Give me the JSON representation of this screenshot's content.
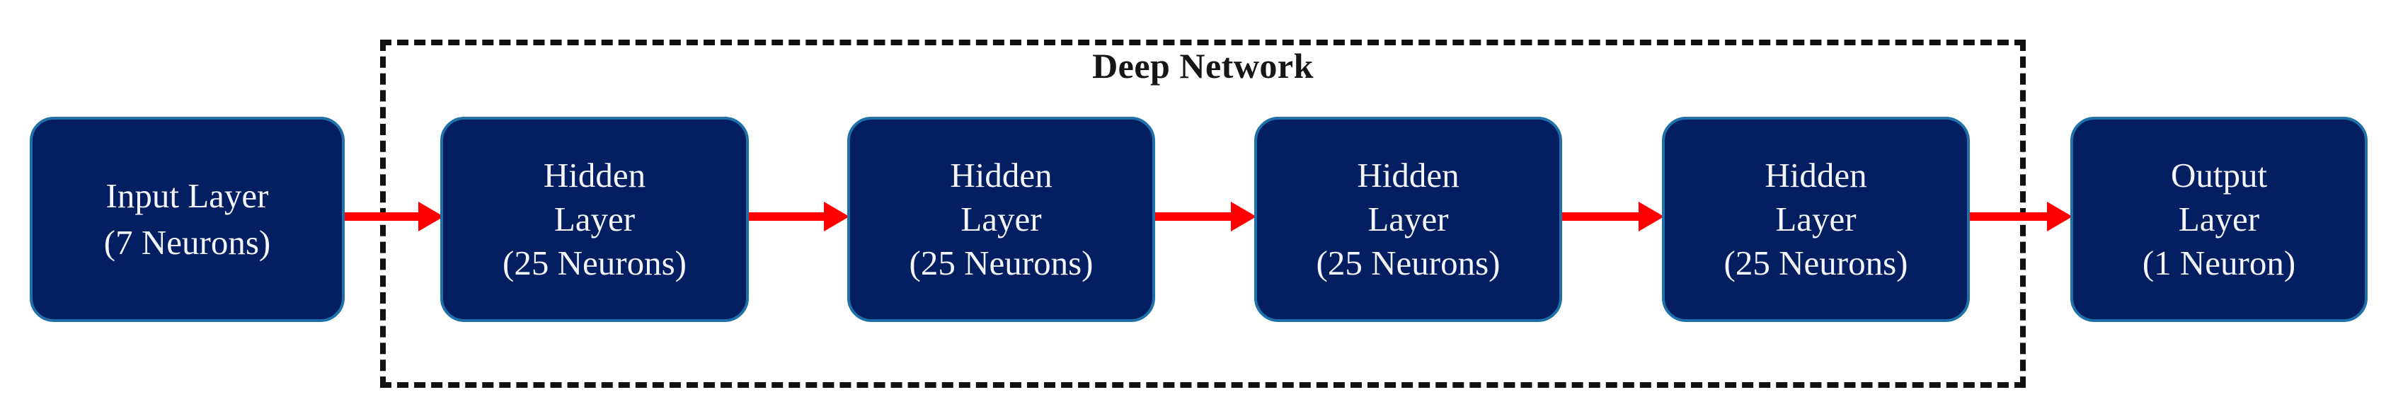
{
  "diagram": {
    "title": "Deep Network",
    "background_color": "#ffffff",
    "group_border_color": "#111111",
    "box_fill_color": "#041e62",
    "box_border_color": "#1f6fa8",
    "box_text_color": "#f2f5fa",
    "arrow_color": "#fe0000",
    "layers": [
      {
        "id": "input",
        "kind": "input-layer",
        "line1": "Input Layer",
        "line2": "(7 Neurons)",
        "neurons": 7,
        "inside_deep_network": false
      },
      {
        "id": "hidden-1",
        "kind": "hidden-layer",
        "line1": "Hidden",
        "line2": "Layer",
        "line3": "(25 Neurons)",
        "neurons": 25,
        "inside_deep_network": true
      },
      {
        "id": "hidden-2",
        "kind": "hidden-layer",
        "line1": "Hidden",
        "line2": "Layer",
        "line3": "(25 Neurons)",
        "neurons": 25,
        "inside_deep_network": true
      },
      {
        "id": "hidden-3",
        "kind": "hidden-layer",
        "line1": "Hidden",
        "line2": "Layer",
        "line3": "(25 Neurons)",
        "neurons": 25,
        "inside_deep_network": true
      },
      {
        "id": "hidden-4",
        "kind": "hidden-layer",
        "line1": "Hidden",
        "line2": "Layer",
        "line3": "(25 Neurons)",
        "neurons": 25,
        "inside_deep_network": true
      },
      {
        "id": "output",
        "kind": "output-layer",
        "line1": "Output",
        "line2": "Layer",
        "line3": "(1 Neuron)",
        "neurons": 1,
        "inside_deep_network": false
      }
    ],
    "connections": [
      {
        "from": "input",
        "to": "hidden-1",
        "style": "red-arrow"
      },
      {
        "from": "hidden-1",
        "to": "hidden-2",
        "style": "red-arrow"
      },
      {
        "from": "hidden-2",
        "to": "hidden-3",
        "style": "red-arrow"
      },
      {
        "from": "hidden-3",
        "to": "hidden-4",
        "style": "red-arrow"
      },
      {
        "from": "hidden-4",
        "to": "output",
        "style": "red-arrow"
      }
    ]
  }
}
